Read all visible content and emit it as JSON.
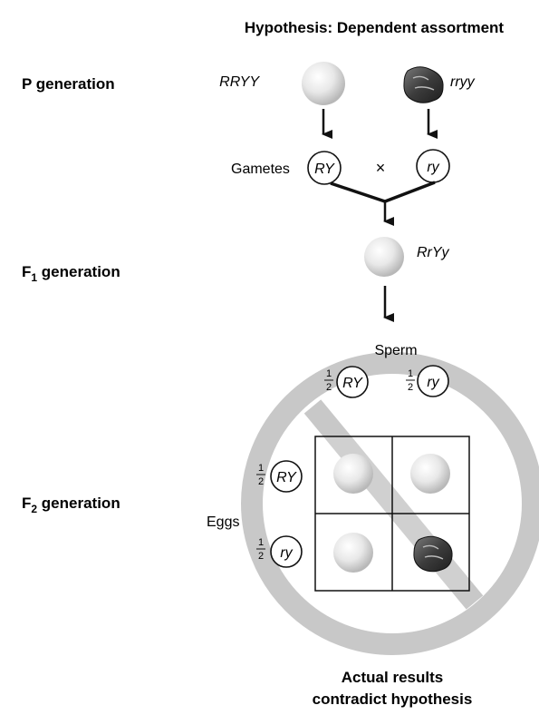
{
  "title": "Hypothesis: Dependent assortment",
  "generations": {
    "p": "P generation",
    "f1_base": "F",
    "f1_sub": "1",
    "f1_rest": " generation",
    "f2_base": "F",
    "f2_sub": "2",
    "f2_rest": " generation"
  },
  "parents": {
    "left_genotype": "RRYY",
    "right_genotype": "rryy"
  },
  "gametes": {
    "label": "Gametes",
    "left": "RY",
    "right": "ry",
    "cross_symbol": "×"
  },
  "f1": {
    "genotype": "RrYy"
  },
  "punnett": {
    "sperm_label": "Sperm",
    "eggs_label": "Eggs",
    "fraction_num": "1",
    "fraction_den": "2",
    "sperm": [
      "RY",
      "ry"
    ],
    "eggs": [
      "RY",
      "ry"
    ]
  },
  "conclusion": {
    "line1": "Actual results",
    "line2": "contradict hypothesis"
  },
  "colors": {
    "round_yellow_seed": "#e6e6e6",
    "wrinkled_green_seed": "#4a4a4a",
    "prohibition_sign": "#c8c8c8",
    "line": "#111111"
  }
}
